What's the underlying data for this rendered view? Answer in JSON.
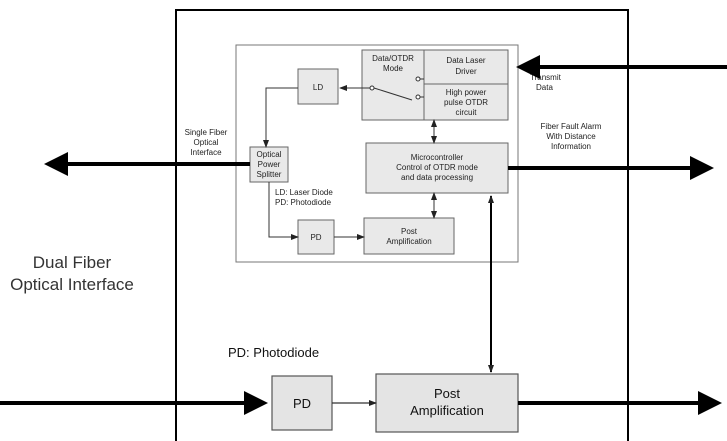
{
  "left_label": [
    "Dual Fiber",
    "Optical Interface"
  ],
  "single_fiber_label": [
    "Single Fiber",
    "Optical",
    "Interface"
  ],
  "transmit_label": [
    "Transmit",
    "Data"
  ],
  "alarm_label": [
    "Fiber Fault Alarm",
    "With Distance",
    "Information"
  ],
  "blocks": {
    "ld": "LD",
    "mode": [
      "Data/OTDR",
      "Mode"
    ],
    "driver": [
      "Data Laser",
      "Driver"
    ],
    "otdr": [
      "High power",
      "pulse OTDR",
      "circuit"
    ],
    "splitter": [
      "Optical",
      "Power",
      "Splitter"
    ],
    "micro": [
      "Microcontroller",
      "Control of OTDR mode",
      "and data processing"
    ],
    "pd_small": "PD",
    "post_small": [
      "Post",
      "Amplification"
    ],
    "pd_big": "PD",
    "post_big": [
      "Post",
      "Amplification"
    ]
  },
  "legend_small": [
    "LD: Laser Diode",
    "PD: Photodiode"
  ],
  "legend_big": "PD: Photodiode",
  "colors": {
    "line": "#000000",
    "block_fill": "#e6e6e6"
  }
}
